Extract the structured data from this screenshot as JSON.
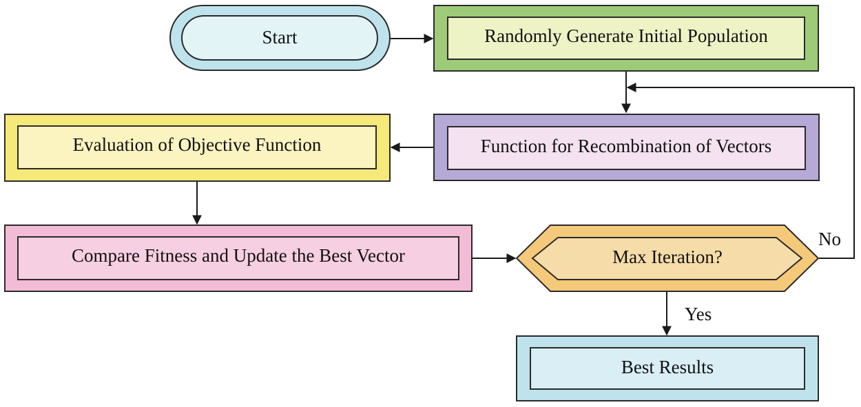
{
  "nodes": {
    "start": {
      "label": "Start",
      "outer_fill": "#BFE3EC",
      "inner_fill": "#E3F4F7"
    },
    "init": {
      "label": "Randomly Generate Initial Population",
      "outer_fill": "#9ECB78",
      "inner_fill": "#EEF3C6"
    },
    "recombine": {
      "label": "Function for Recombination of Vectors",
      "outer_fill": "#B6A9D7",
      "inner_fill": "#F4E2F0"
    },
    "evaluate": {
      "label": "Evaluation of Objective Function",
      "outer_fill": "#F5E97A",
      "inner_fill": "#FBF3C0"
    },
    "compare": {
      "label": "Compare Fitness and Update the Best Vector",
      "outer_fill": "#F2BCD6",
      "inner_fill": "#F7CFE2"
    },
    "decision": {
      "label": "Max Iteration?",
      "outer_fill": "#F5C97A",
      "inner_fill": "#F6DCA8"
    },
    "result": {
      "label": "Best Results",
      "outer_fill": "#BFE3EC",
      "inner_fill": "#D9EEF5"
    }
  },
  "edges": {
    "no_label": "No",
    "yes_label": "Yes"
  },
  "colors": {
    "stroke": "#1a1a1a",
    "background": "#ffffff"
  }
}
